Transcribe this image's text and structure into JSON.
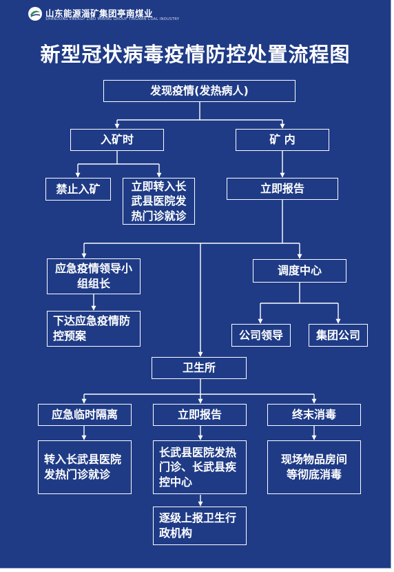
{
  "header": {
    "company_name": "山东能源淄矿集团亭南煤业",
    "company_en": "SHANDONG ENERGY ZIBO MINING GROUP TINGNAN COAL INDUSTRY"
  },
  "title": "新型冠状病毒疫情防控处置流程图",
  "nodes": {
    "discover": "发现疫情(发热病人)",
    "entering_mine": "入矿时",
    "in_mine": "矿 内",
    "forbid_entry": "禁止入矿",
    "transfer_hospital": "立即转入长武县医院发热门诊就诊",
    "report_now": "立即报告",
    "emergency_leader": "应急疫情领导小组组长",
    "dispatch_center": "调度中心",
    "issue_plan": "下达应急疫情防控预案",
    "company_leaders": "公司领导",
    "group_company": "集团公司",
    "clinic": "卫生所",
    "temp_isolation": "应急临时隔离",
    "report_now_2": "立即报告",
    "final_disinfection": "终末消毒",
    "transfer_fever_clinic": "转入长武县医院发热门诊就诊",
    "notify_hospital_cdc": "长武县医院发热门诊、长武县疾控中心",
    "thorough_disinfection": "现场物品房间等彻底消毒",
    "report_health_admin": "逐级上报卫生行政机构"
  }
}
